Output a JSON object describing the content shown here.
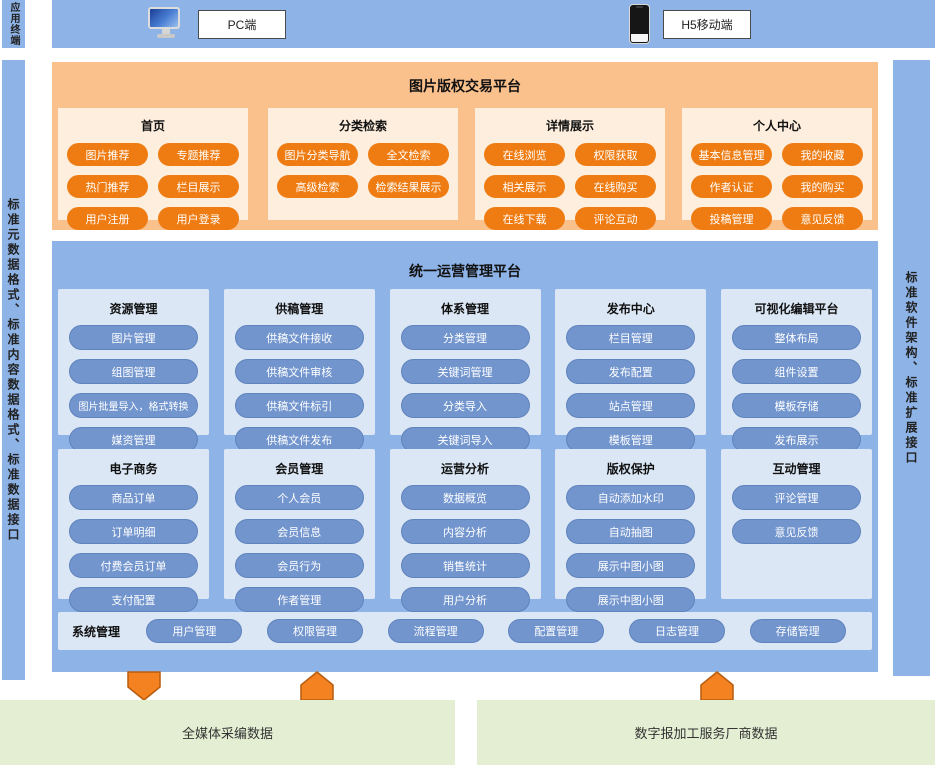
{
  "colors": {
    "blue": "#8eb3e7",
    "panel_blue": "#dbe7f5",
    "button_blue": "#7295ce",
    "orange_bg": "#fbc18d",
    "panel_cream": "#fdeede",
    "button_orange": "#ee7c12",
    "green_bg": "#e4eed3",
    "arrow_orange": "#f58220",
    "arrow_border": "#b85c0e"
  },
  "strips": {
    "app_terminal": "应用终端",
    "left": "标准元数据格式、标准内容数据格式、标准数据接口",
    "right": "标准软件架构、标准扩展接口"
  },
  "terminals": [
    {
      "icon": "monitor-icon",
      "label": "PC端"
    },
    {
      "icon": "phone-icon",
      "label": "H5移动端"
    }
  ],
  "trading_platform": {
    "title": "图片版权交易平台",
    "panels": [
      {
        "title": "首页",
        "buttons": [
          "图片推荐",
          "专题推荐",
          "热门推荐",
          "栏目展示",
          "用户注册",
          "用户登录"
        ]
      },
      {
        "title": "分类检索",
        "buttons": [
          "图片分类导航",
          "全文检索",
          "高级检索",
          "检索结果展示"
        ]
      },
      {
        "title": "详情展示",
        "buttons": [
          "在线浏览",
          "权限获取",
          "相关展示",
          "在线购买",
          "在线下载",
          "评论互动"
        ]
      },
      {
        "title": "个人中心",
        "buttons": [
          "基本信息管理",
          "我的收藏",
          "作者认证",
          "我的购买",
          "投稿管理",
          "意见反馈"
        ]
      }
    ]
  },
  "ops_platform": {
    "title": "统一运营管理平台",
    "rows": [
      [
        {
          "title": "资源管理",
          "buttons": [
            "图片管理",
            "组图管理",
            "图片批量导入，格式转换",
            "媒资管理"
          ]
        },
        {
          "title": "供稿管理",
          "buttons": [
            "供稿文件接收",
            "供稿文件审核",
            "供稿文件标引",
            "供稿文件发布"
          ]
        },
        {
          "title": "体系管理",
          "buttons": [
            "分类管理",
            "关键词管理",
            "分类导入",
            "关键词导入"
          ]
        },
        {
          "title": "发布中心",
          "buttons": [
            "栏目管理",
            "发布配置",
            "站点管理",
            "模板管理"
          ]
        },
        {
          "title": "可视化编辑平台",
          "buttons": [
            "整体布局",
            "组件设置",
            "模板存储",
            "发布展示"
          ]
        }
      ],
      [
        {
          "title": "电子商务",
          "buttons": [
            "商品订单",
            "订单明细",
            "付费会员订单",
            "支付配置"
          ]
        },
        {
          "title": "会员管理",
          "buttons": [
            "个人会员",
            "会员信息",
            "会员行为",
            "作者管理"
          ]
        },
        {
          "title": "运营分析",
          "buttons": [
            "数据概览",
            "内容分析",
            "销售统计",
            "用户分析"
          ]
        },
        {
          "title": "版权保护",
          "buttons": [
            "自动添加水印",
            "自动抽图",
            "展示中图小图",
            "展示中图小图"
          ]
        },
        {
          "title": "互动管理",
          "buttons": [
            "评论管理",
            "意见反馈"
          ]
        }
      ]
    ],
    "system_row": {
      "label": "系统管理",
      "buttons": [
        "用户管理",
        "权限管理",
        "流程管理",
        "配置管理",
        "日志管理",
        "存储管理"
      ]
    }
  },
  "arrows": [
    {
      "icon": "arrow-down-icon",
      "direction": "down"
    },
    {
      "icon": "arrow-up-icon",
      "direction": "up"
    },
    {
      "icon": "arrow-up-icon",
      "direction": "up"
    }
  ],
  "data_sources": [
    {
      "label": "全媒体采编数据"
    },
    {
      "label": "数字报加工服务厂商数据"
    }
  ]
}
